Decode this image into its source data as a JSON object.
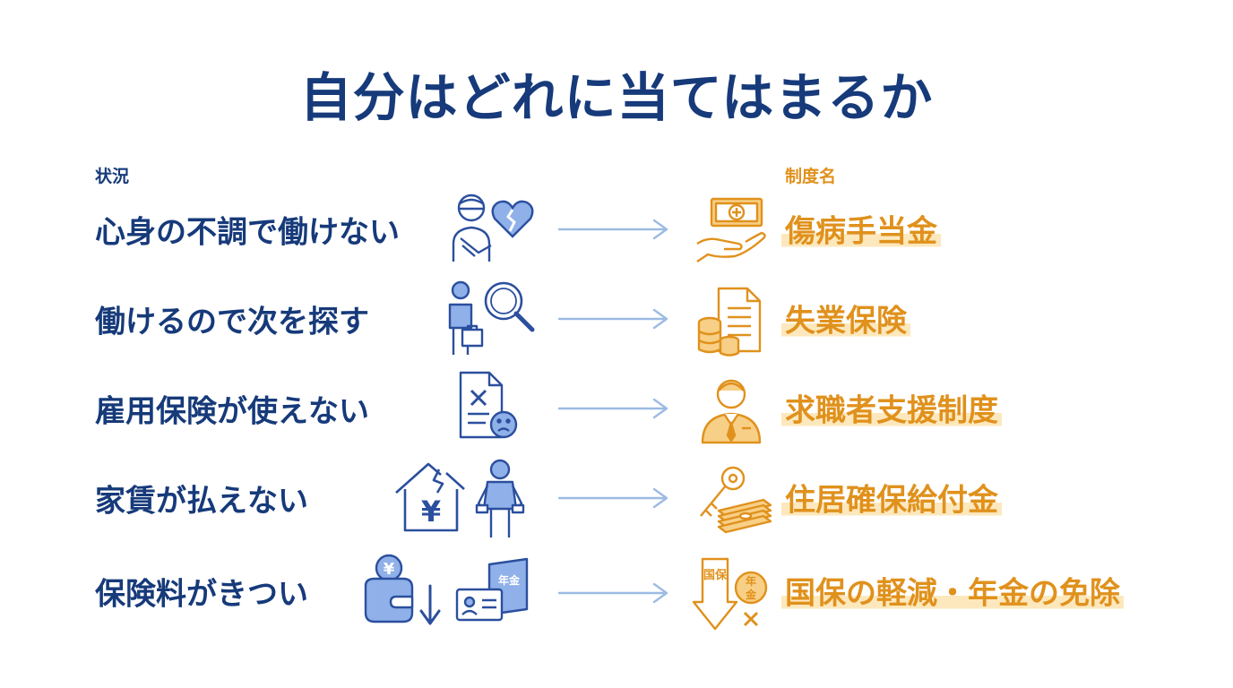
{
  "title": "自分はどれに当てはまるか",
  "columns": {
    "situation": "状況",
    "system": "制度名"
  },
  "rows": [
    {
      "situation": "心身の不調で働けない",
      "system": "傷病手当金"
    },
    {
      "situation": "働けるので次を探す",
      "system": "失業保険"
    },
    {
      "situation": "雇用保険が使えない",
      "system": "求職者支援制度"
    },
    {
      "situation": "家賃が払えない",
      "system": "住居確保給付金"
    },
    {
      "situation": "保険料がきつい",
      "system": "国保の軽減・年金の免除"
    }
  ],
  "icon_labels": {
    "yen": "¥",
    "nenkin": "年金",
    "kokuho": "国保",
    "nen": "年",
    "kin": "金"
  },
  "icons": {
    "row1_situation": [
      "injured-person-icon",
      "broken-heart-icon"
    ],
    "row1_system": "hand-with-money-icon",
    "row2_situation": [
      "job-seeker-icon",
      "magnifier-icon"
    ],
    "row2_system": "document-coins-icon",
    "row3_situation": "rejected-document-sad-icon",
    "row3_system": "businessman-icon",
    "row4_situation": [
      "broken-house-yen-icon",
      "empty-pockets-person-icon"
    ],
    "row4_system": "key-money-icon",
    "row5_situation": [
      "wallet-yen-down-icon",
      "pension-book-card-icon"
    ],
    "row5_system": "kokuho-pension-down-icon"
  },
  "colors": {
    "navy": "#163a7a",
    "icon_blue": "#2b4f9e",
    "icon_fill": "#8fb0e8",
    "orange": "#e0911c",
    "orange_fill": "#f8cf86",
    "highlight": "#fde8bd",
    "arrow": "#9dbbe3"
  }
}
